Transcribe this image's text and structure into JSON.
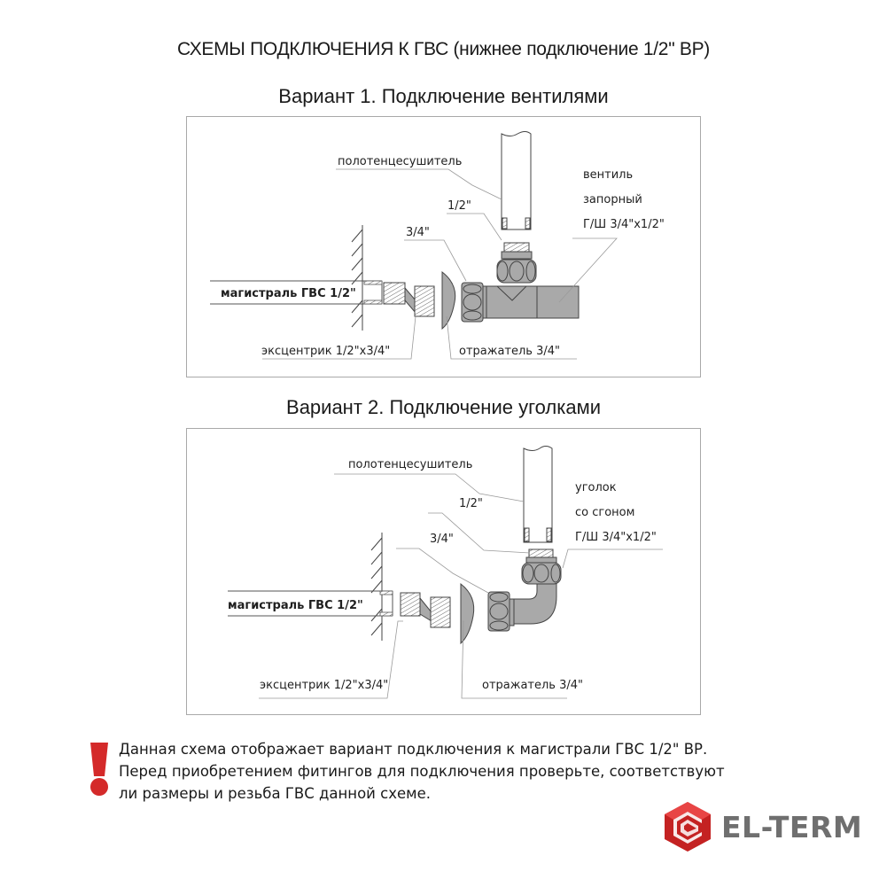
{
  "header": {
    "title": "СХЕМЫ ПОДКЛЮЧЕНИЯ К ГВС (нижнее подключение 1/2\" ВР)"
  },
  "variant1": {
    "title": "Вариант 1. Подключение вентилями",
    "labels": {
      "towel_dryer": "полотенцесушитель",
      "valve_line1": "вентиль",
      "valve_line2": "запорный",
      "valve_line3": "Г/Ш 3/4\"х1/2\"",
      "size_half": "1/2\"",
      "size_three_quarter": "3/4\"",
      "main_line": "магистраль ГВС 1/2\"",
      "eccentric": "эксцентрик 1/2\"х3/4\"",
      "reflector": "отражатель 3/4\""
    }
  },
  "variant2": {
    "title": "Вариант 2. Подключение уголками",
    "labels": {
      "towel_dryer": "полотенцесушитель",
      "elbow_line1": "уголок",
      "elbow_line2": "со сгоном",
      "elbow_line3": "Г/Ш 3/4\"х1/2\"",
      "size_half": "1/2\"",
      "size_three_quarter": "3/4\"",
      "main_line": "магистраль ГВС 1/2\"",
      "eccentric": "эксцентрик 1/2\"х3/4\"",
      "reflector": "отражатель 3/4\""
    }
  },
  "notice": {
    "icon": "exclamation-icon",
    "lines": [
      "Данная схема отображает вариант подключения к магистрали ГВС 1/2\" ВР.",
      "Перед приобретением фитингов для подключения проверьте, соответствуют",
      "ли  размеры и резьба ГВС данной схеме."
    ]
  },
  "brand": {
    "name": "EL-TERM",
    "accent_color": "#d42a2a",
    "text_color": "#6f6f6f"
  },
  "colors": {
    "part_fill": "#a9a9a9",
    "outline": "#3a3a3a",
    "leader": "#9a9a9a",
    "panel_border": "#a9a9a9"
  }
}
